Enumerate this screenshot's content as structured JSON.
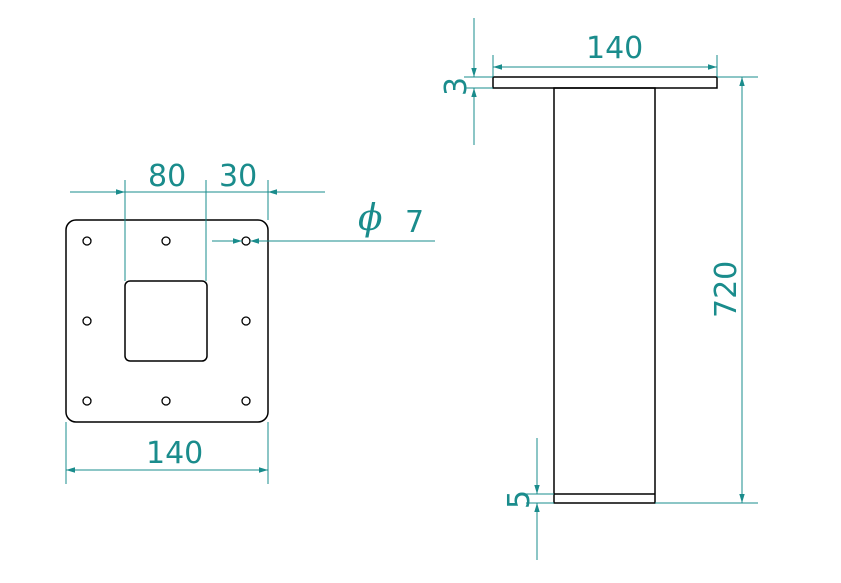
{
  "colors": {
    "dimension": "#1a8c8c",
    "outline": "#000000",
    "background": "#ffffff"
  },
  "plate_view": {
    "dim_hole_spacing": "80",
    "dim_edge_offset": "30",
    "dim_hole_diameter_symbol": "ϕ",
    "dim_hole_diameter": "7",
    "dim_width": "140"
  },
  "side_view": {
    "dim_plate_width": "140",
    "dim_plate_thickness": "3",
    "dim_height": "720",
    "dim_foot": "5"
  }
}
